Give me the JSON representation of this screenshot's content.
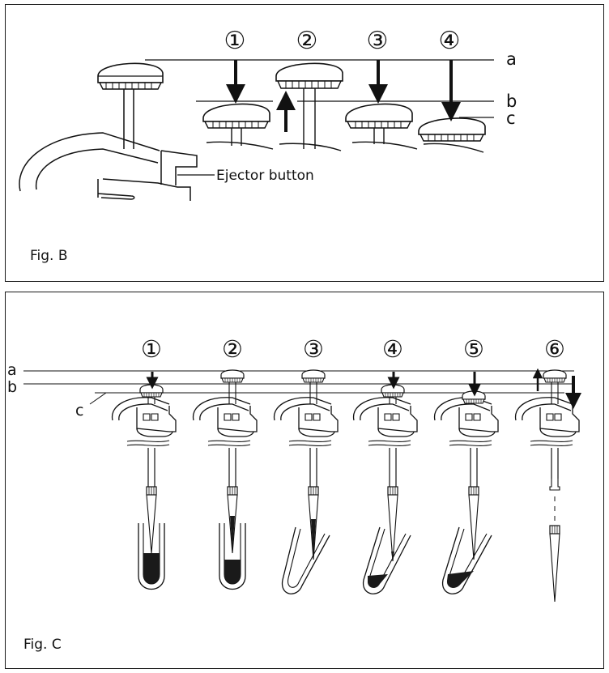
{
  "figure_b": {
    "caption": "Fig. B",
    "steps": [
      "①",
      "②",
      "③",
      "④"
    ],
    "position_labels": [
      "a",
      "b",
      "c"
    ],
    "callout": "Ejector button"
  },
  "figure_c": {
    "caption": "Fig. C",
    "steps": [
      "①",
      "②",
      "③",
      "④",
      "⑤",
      "⑥"
    ],
    "position_labels": [
      "a",
      "b",
      "c"
    ]
  }
}
